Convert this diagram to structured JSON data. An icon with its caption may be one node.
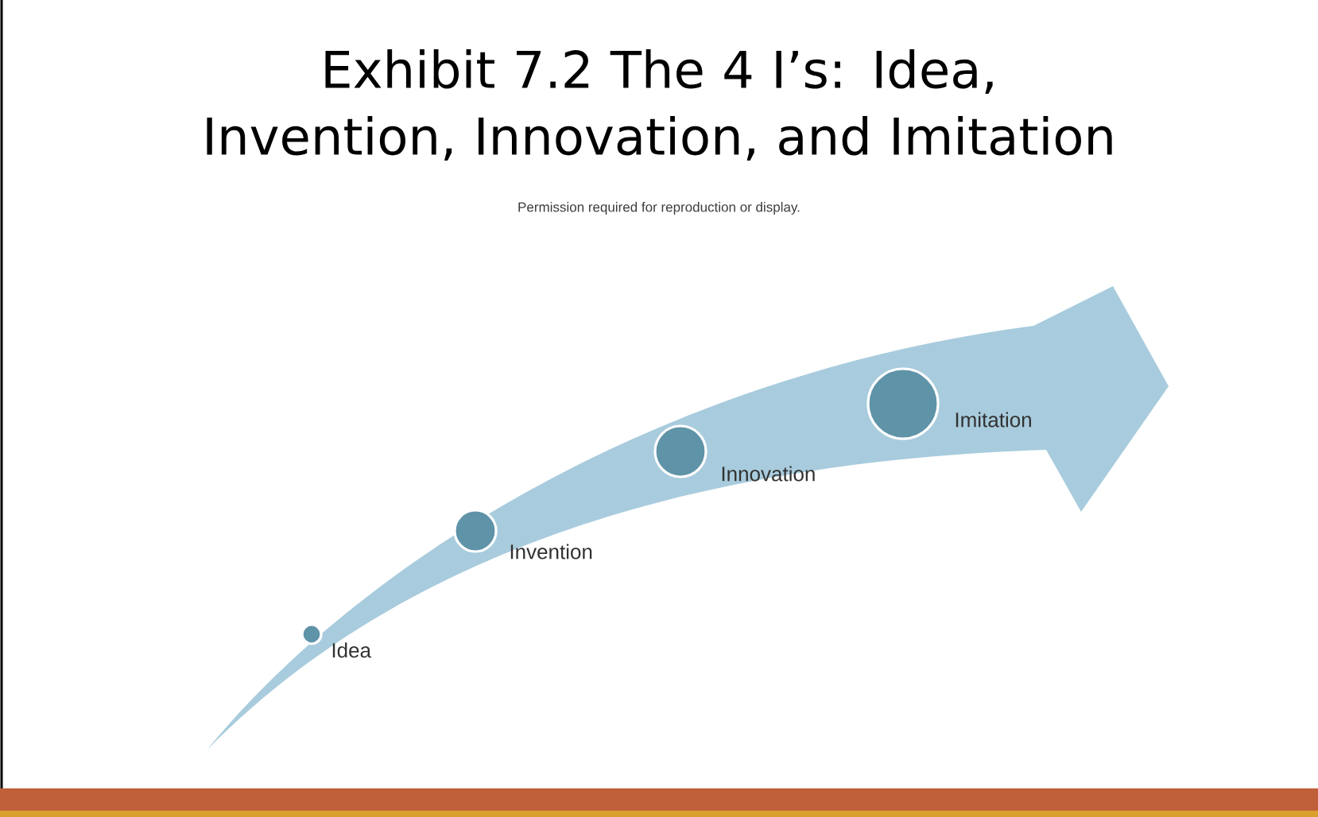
{
  "diagram": {
    "title": "Exhibit 7.2 The 4 I’s: Idea, Invention, Innovation, and Imitation",
    "nodes": [
      {
        "text": [],
        "shape": "circle",
        "beside": [
          "Idea"
        ]
      },
      {
        "text": [],
        "shape": "circle",
        "beside": [
          "Invention"
        ]
      },
      {
        "text": [],
        "shape": "circle",
        "beside": [
          "Innovation"
        ]
      },
      {
        "text": [],
        "shape": "circle",
        "beside": [
          "Imitation"
        ]
      }
    ],
    "labels": [
      "Permission required for reproduction or display."
    ]
  }
}
